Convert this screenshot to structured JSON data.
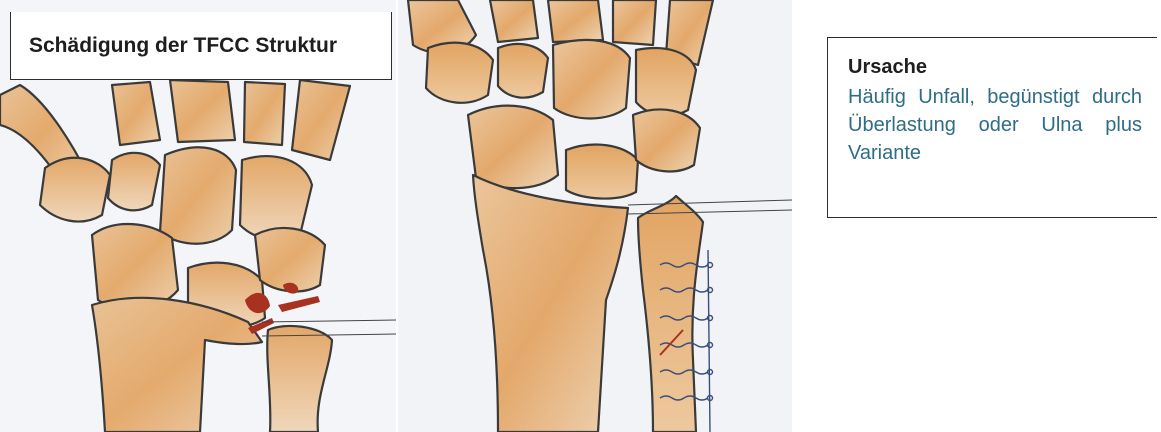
{
  "title": "Schädigung der TFCC Struktur",
  "info": {
    "heading": "Ursache",
    "body": "Häufig Unfall, begünstigt durch Überlastung oder Ulna plus Variante"
  },
  "colors": {
    "bone_fill": "#e6b27b",
    "bone_outline": "#3a3a3a",
    "lesion": "#a8311f",
    "body_text": "#2f6c87"
  }
}
